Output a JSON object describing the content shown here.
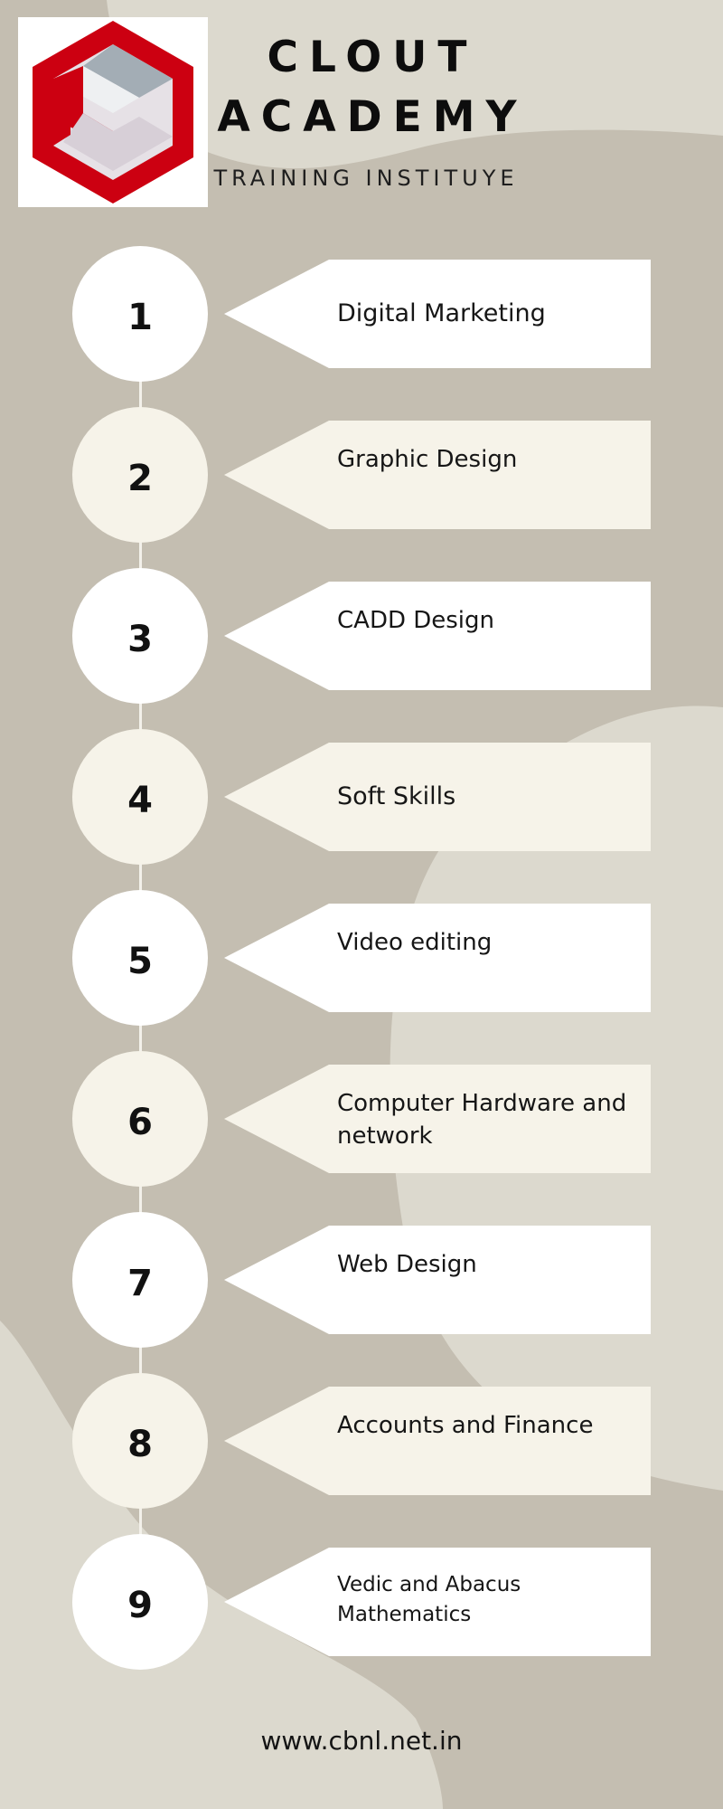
{
  "brand": {
    "name_line_1": "CLOUT",
    "name_line_2": "ACADEMY",
    "tagline": "TRAINING INSTITUYE",
    "logo_icon": "hexagon-letter-c-logo",
    "colors": {
      "logo_red": "#cc0011",
      "logo_grey": "#a3adb5",
      "logo_light": "#e6e1e6"
    }
  },
  "steps": [
    {
      "number": "1",
      "label": "Digital Marketing"
    },
    {
      "number": "2",
      "label": "Graphic Design"
    },
    {
      "number": "3",
      "label": "CADD Design"
    },
    {
      "number": "4",
      "label": "Soft Skills"
    },
    {
      "number": "5",
      "label": "Video editing"
    },
    {
      "number": "6",
      "label": "Computer Hardware and network"
    },
    {
      "number": "7",
      "label": "Web Design"
    },
    {
      "number": "8",
      "label": "Accounts and Finance"
    },
    {
      "number": "9",
      "label": "Vedic and Abacus Mathematics"
    }
  ],
  "footer": {
    "website": "www.cbnl.net.in"
  },
  "colors": {
    "background": "#c4beb1",
    "blob": "#dcd9ce",
    "card_white": "#ffffff",
    "card_cream": "#f6f3e9",
    "text": "#111111"
  }
}
